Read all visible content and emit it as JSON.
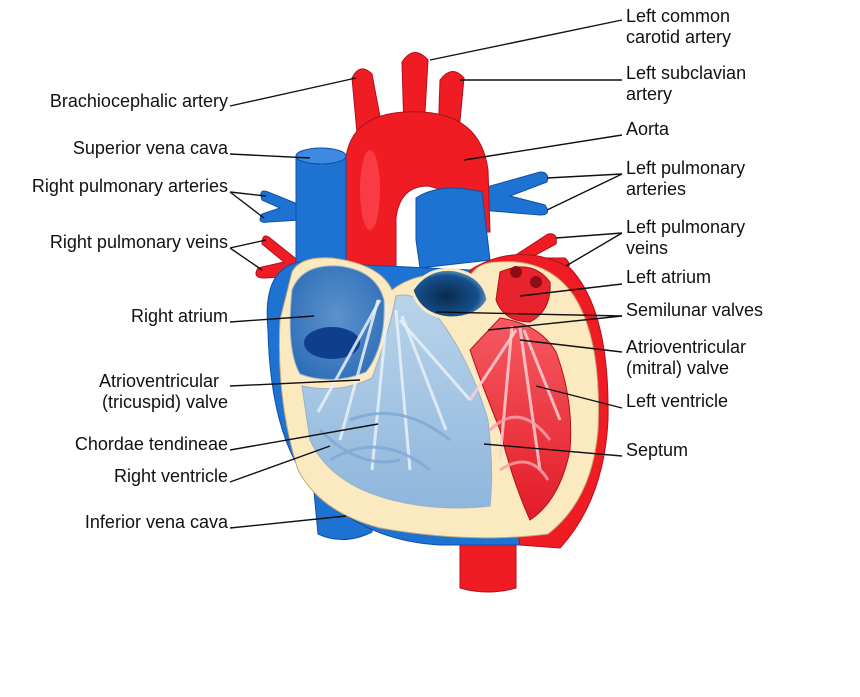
{
  "colors": {
    "artery": "#ef1c24",
    "artery_dark": "#c3121b",
    "vein": "#1e73d2",
    "vein_dark": "#0d4fa8",
    "wall": "#fbe9c0",
    "right_chamber": "#9ec3e4",
    "left_chamber": "#f23a45",
    "text": "#111111"
  },
  "labels": {
    "left_common_carotid": [
      "Left common",
      "carotid artery"
    ],
    "left_subclavian": [
      "Left subclavian",
      "artery"
    ],
    "aorta": [
      "Aorta"
    ],
    "left_pulmonary_arteries": [
      "Left pulmonary",
      "arteries"
    ],
    "left_pulmonary_veins": [
      "Left pulmonary",
      "veins"
    ],
    "left_atrium": [
      "Left atrium"
    ],
    "semilunar_valves": [
      "Semilunar valves"
    ],
    "mitral_valve": [
      "Atrioventricular",
      "(mitral) valve"
    ],
    "left_ventricle": [
      "Left ventricle"
    ],
    "septum": [
      "Septum"
    ],
    "brachiocephalic": [
      "Brachiocephalic artery"
    ],
    "superior_vena_cava": [
      "Superior vena cava"
    ],
    "right_pulmonary_arteries": [
      "Right pulmonary arteries"
    ],
    "right_pulmonary_veins": [
      "Right pulmonary veins"
    ],
    "right_atrium": [
      "Right atrium"
    ],
    "tricuspid_valve": [
      "Atrioventricular",
      "(tricuspid) valve"
    ],
    "chordae_tendineae": [
      "Chordae tendineae"
    ],
    "right_ventricle": [
      "Right ventricle"
    ],
    "inferior_vena_cava": [
      "Inferior vena cava"
    ]
  }
}
